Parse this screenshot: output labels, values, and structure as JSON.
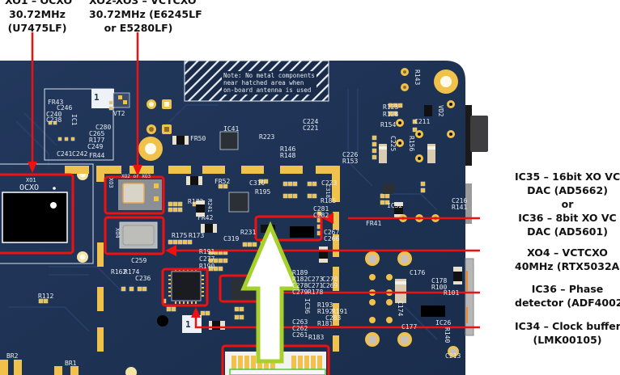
{
  "callouts": {
    "xo1": {
      "line1": "XO1 – OCXO",
      "line2": "30.72MHz",
      "line3": "(U7475LF)"
    },
    "xo2": {
      "line1": "XO2-XO3 – VCTCXO",
      "line2": "30.72MHz (E6245LF",
      "line3": "or E5280LF)"
    },
    "dac": {
      "line1": "IC35 – 16bit XO VC",
      "line2": "DAC (AD5662)",
      "line3": "or",
      "line4": "IC36 – 8bit XO VC",
      "line5": "DAC (AD5601)"
    },
    "xo4": {
      "line1": "XO4 – VCTCXO",
      "line2": "40MHz (RTX5032A)"
    },
    "pd": {
      "line1": "IC36 – Phase",
      "line2": "detector (ADF4002)"
    },
    "buf": {
      "line1": "IC34 – Clock buffer",
      "line2": "(LMK00105)"
    }
  },
  "board": {
    "note": {
      "line1": "Note: No metal components",
      "line2": "near hatched area when",
      "line3": "on-board antenna is used"
    },
    "labels": {
      "xo1_ref": "XO1",
      "ocxo": "OCXO",
      "xo4_ref": "XO4",
      "xo2_ref": "XO2 or XO3",
      "xo3_ref": "XO3",
      "vt2": "VT2",
      "fr43": "FR43",
      "c246": "C246",
      "c240": "C240",
      "c238": "C238",
      "c280": "C280",
      "c265": "C265",
      "r177": "R177",
      "c249": "C249",
      "c241": "C241",
      "c242": "C242",
      "fr44": "FR44",
      "ic1": "IC1",
      "fr50": "FR50",
      "ic41": "IC41",
      "r223": "R223",
      "c224": "C224",
      "c221": "C221",
      "r146": "R146",
      "r148": "R148",
      "fr52": "FR52",
      "c318": "C318",
      "c310": "C310",
      "r172": "R172",
      "r241": "R241",
      "fr42": "FR42",
      "c319": "C319",
      "r231": "R231",
      "r195": "R195",
      "r185": "R185",
      "c281": "C281",
      "c282": "C282",
      "c267": "C267",
      "c266": "C266",
      "r175": "R175",
      "r173": "R173",
      "c259": "C259",
      "r162": "R162",
      "r174": "R174",
      "c236": "C236",
      "r191": "R191",
      "c277": "C277",
      "r190": "R190",
      "r189": "R189",
      "r182a": "R182",
      "c273": "C273",
      "c270": "C270",
      "c278": "C278",
      "c271": "C271",
      "c269": "C269",
      "c279": "C279",
      "r178": "R178",
      "r193": "R193",
      "r192": "R192",
      "r181": "R181",
      "c283": "C283",
      "c263": "C263",
      "c262": "C262",
      "c261": "C261",
      "r183": "R183",
      "ic36": "IC36",
      "r112": "R112",
      "br1": "BR1",
      "br2": "BR2",
      "r123": "R123",
      "r128": "R128",
      "r154": "R154",
      "c211": "C211",
      "r143": "R143",
      "vd2": "VD2",
      "c226": "C226",
      "r153": "R153",
      "c225": "C225",
      "r156": "R156",
      "ic32": "IC32",
      "fr41": "FR41",
      "c223": "C223",
      "c216": "C216",
      "r141": "R141",
      "c176": "C176",
      "c178": "C178",
      "r100": "R100",
      "r101": "R101",
      "c174": "C174",
      "c177": "C177",
      "ic26": "IC26",
      "r140": "R140",
      "c213": "C213",
      "page_marker": "1"
    }
  },
  "colors": {
    "board": "#1d3050",
    "pad": "#f0c24b",
    "highlight": "#ee1111",
    "arrow": "#a6d12b",
    "silk": "#e8ecf2"
  }
}
